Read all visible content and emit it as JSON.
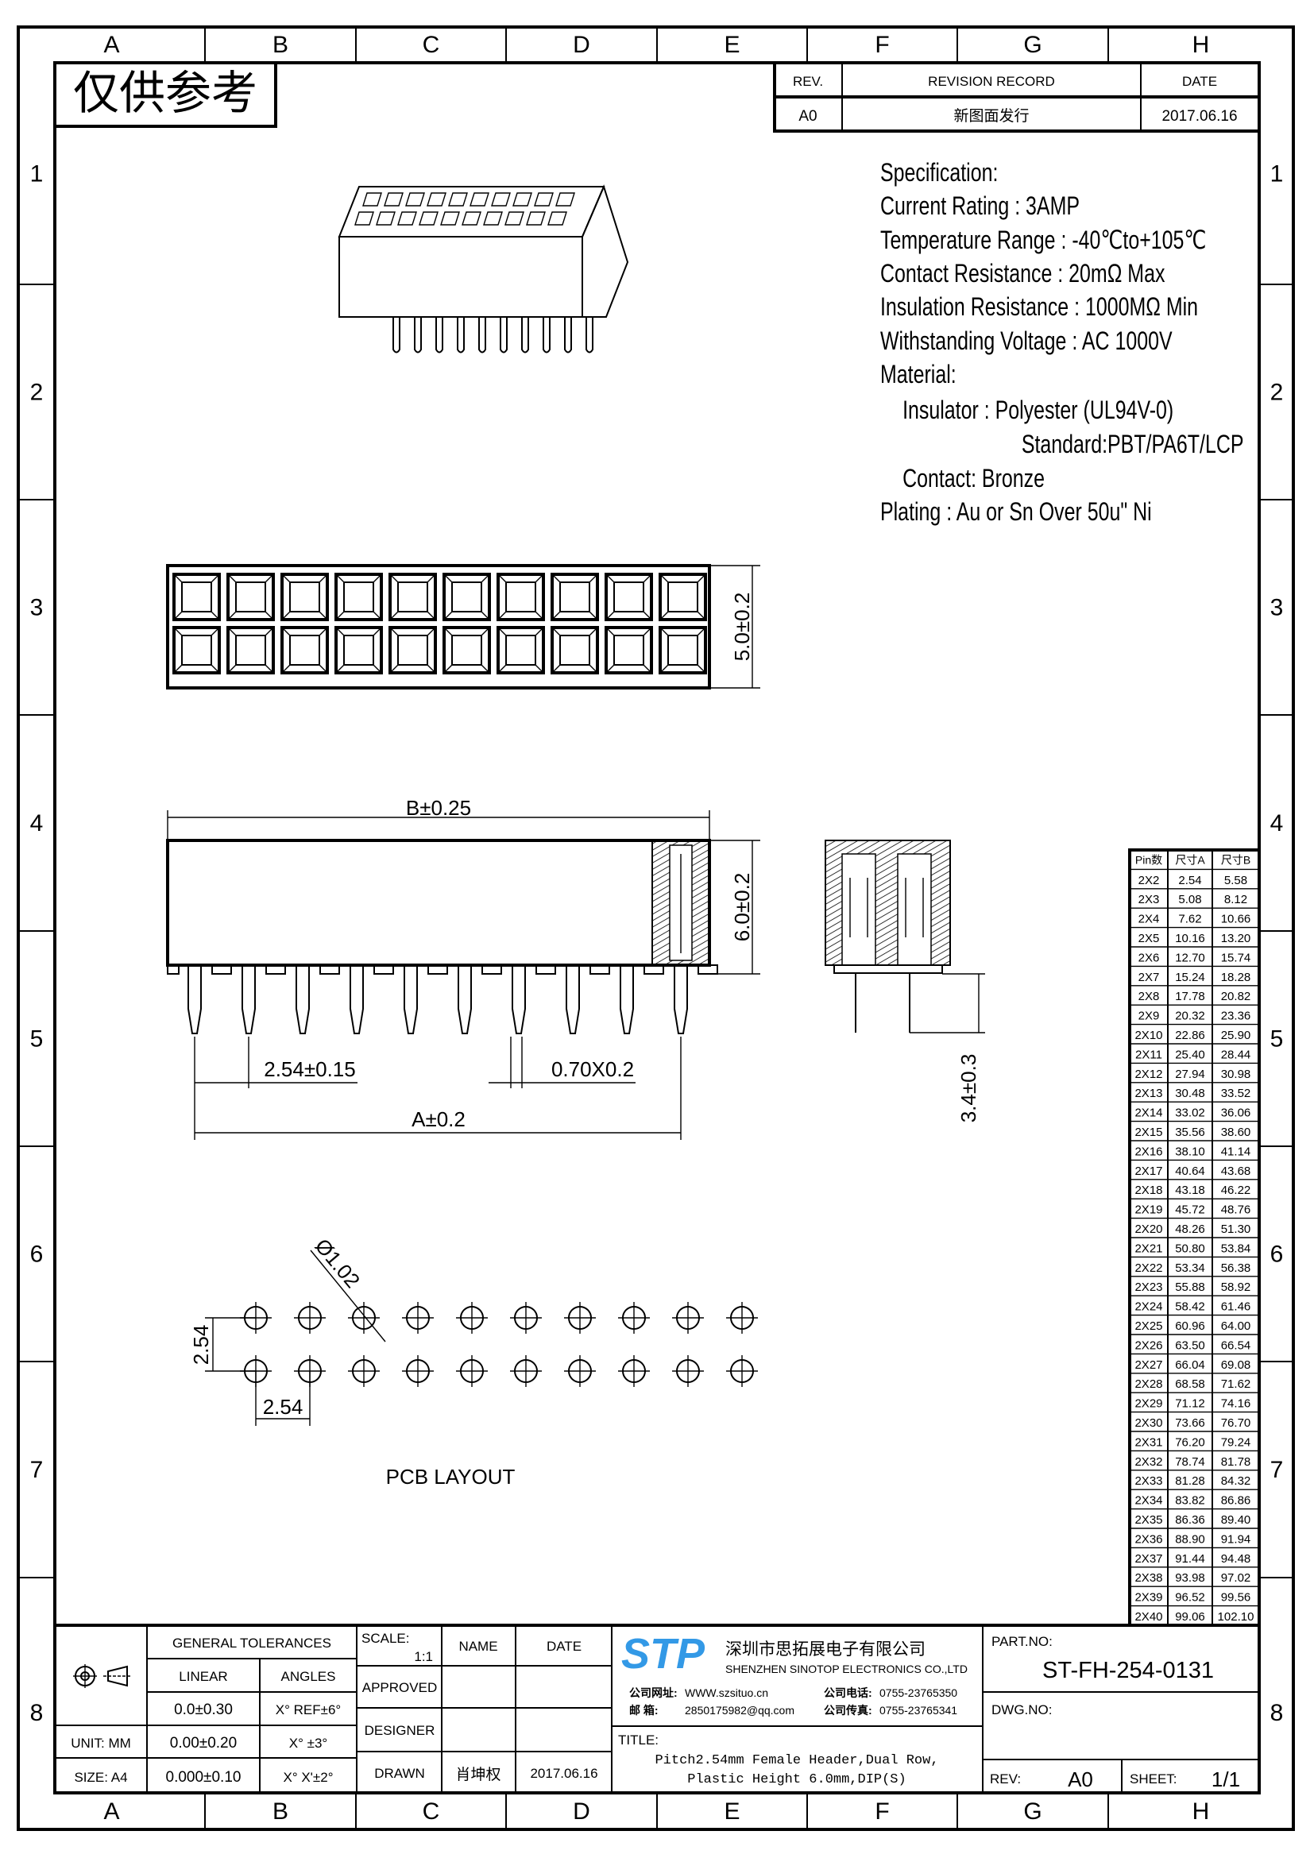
{
  "watermark": "仅供参考",
  "frame": {
    "columns": [
      "A",
      "B",
      "C",
      "D",
      "E",
      "F",
      "G",
      "H"
    ],
    "rows": [
      "1",
      "2",
      "3",
      "4",
      "5",
      "6",
      "7",
      "8"
    ]
  },
  "revision": {
    "headers": {
      "rev": "REV.",
      "record": "REVISION RECORD",
      "date": "DATE"
    },
    "row": {
      "rev": "A0",
      "record": "新图面发行",
      "date": "2017.06.16"
    }
  },
  "spec": {
    "title": "Specification:",
    "current_rating": "Current Rating : 3AMP",
    "temperature_range": "Temperature Range : -40℃to+105℃",
    "contact_resistance": "Contact Resistance : 20mΩ Max",
    "insulation_resistance": "Insulation Resistance : 1000MΩ Min",
    "withstanding_voltage": "Withstanding Voltage : AC 1000V",
    "material": "Material:",
    "insulator": "Insulator : Polyester (UL94V-0)",
    "insulator_standard": "Standard:PBT/PA6T/LCP",
    "contact": "Contact: Bronze",
    "plating": "Plating : Au or Sn Over 50u\" Ni"
  },
  "drawing": {
    "top_height_dim": "5.0±0.2",
    "b_dim": "B±0.25",
    "height_dim": "6.0±0.2",
    "pitch_dim": "2.54±0.15",
    "pin_dim": "0.70X0.2",
    "a_dim": "A±0.2",
    "tail_dim": "3.4±0.3",
    "hole_dim": "Ø1.02",
    "pcb_pitch_v": "2.54",
    "pcb_pitch_h": "2.54",
    "pcb_label": "PCB LAYOUT"
  },
  "pin_table": {
    "headers": [
      "Pin数",
      "尺寸A",
      "尺寸B"
    ],
    "rows": [
      [
        "2X2",
        "2.54",
        "5.58"
      ],
      [
        "2X3",
        "5.08",
        "8.12"
      ],
      [
        "2X4",
        "7.62",
        "10.66"
      ],
      [
        "2X5",
        "10.16",
        "13.20"
      ],
      [
        "2X6",
        "12.70",
        "15.74"
      ],
      [
        "2X7",
        "15.24",
        "18.28"
      ],
      [
        "2X8",
        "17.78",
        "20.82"
      ],
      [
        "2X9",
        "20.32",
        "23.36"
      ],
      [
        "2X10",
        "22.86",
        "25.90"
      ],
      [
        "2X11",
        "25.40",
        "28.44"
      ],
      [
        "2X12",
        "27.94",
        "30.98"
      ],
      [
        "2X13",
        "30.48",
        "33.52"
      ],
      [
        "2X14",
        "33.02",
        "36.06"
      ],
      [
        "2X15",
        "35.56",
        "38.60"
      ],
      [
        "2X16",
        "38.10",
        "41.14"
      ],
      [
        "2X17",
        "40.64",
        "43.68"
      ],
      [
        "2X18",
        "43.18",
        "46.22"
      ],
      [
        "2X19",
        "45.72",
        "48.76"
      ],
      [
        "2X20",
        "48.26",
        "51.30"
      ],
      [
        "2X21",
        "50.80",
        "53.84"
      ],
      [
        "2X22",
        "53.34",
        "56.38"
      ],
      [
        "2X23",
        "55.88",
        "58.92"
      ],
      [
        "2X24",
        "58.42",
        "61.46"
      ],
      [
        "2X25",
        "60.96",
        "64.00"
      ],
      [
        "2X26",
        "63.50",
        "66.54"
      ],
      [
        "2X27",
        "66.04",
        "69.08"
      ],
      [
        "2X28",
        "68.58",
        "71.62"
      ],
      [
        "2X29",
        "71.12",
        "74.16"
      ],
      [
        "2X30",
        "73.66",
        "76.70"
      ],
      [
        "2X31",
        "76.20",
        "79.24"
      ],
      [
        "2X32",
        "78.74",
        "81.78"
      ],
      [
        "2X33",
        "81.28",
        "84.32"
      ],
      [
        "2X34",
        "83.82",
        "86.86"
      ],
      [
        "2X35",
        "86.36",
        "89.40"
      ],
      [
        "2X36",
        "88.90",
        "91.94"
      ],
      [
        "2X37",
        "91.44",
        "94.48"
      ],
      [
        "2X38",
        "93.98",
        "97.02"
      ],
      [
        "2X39",
        "96.52",
        "99.56"
      ],
      [
        "2X40",
        "99.06",
        "102.10"
      ]
    ]
  },
  "title_block": {
    "general_tolerances": "GENERAL TOLERANCES",
    "linear": "LINEAR",
    "angles": "ANGLES",
    "tol_rows": [
      {
        "linear": "0.0±0.30",
        "angle": "X° REF±6°"
      },
      {
        "linear": "0.00±0.20",
        "angle": "X° ±3°"
      },
      {
        "linear": "0.000±0.10",
        "angle": "X° X'±2°"
      }
    ],
    "unit": "UNIT: MM",
    "size": "SIZE: A4",
    "scale_label": "SCALE:",
    "scale_value": "1:1",
    "name_header": "NAME",
    "date_header": "DATE",
    "approved": "APPROVED",
    "designer": "DESIGNER",
    "drawn": "DRAWN",
    "drawn_name": "肖坤权",
    "drawn_date": "2017.06.16",
    "company": {
      "logo": "STP",
      "logo_color": "#3399e6",
      "name_cn": "深圳市思拓展电子有限公司",
      "name_en": "SHENZHEN SINOTOP ELECTRONICS CO.,LTD",
      "website_label": "公司网址:",
      "website": "WWW.szsituo.cn",
      "phone_label": "公司电话:",
      "phone": "0755-23765350",
      "email_label": "邮    箱:",
      "email": "2850175982@qq.com",
      "fax_label": "公司传真:",
      "fax": "0755-23765341"
    },
    "title_label": "TITLE:",
    "title_line1": "Pitch2.54mm Female Header,Dual Row,",
    "title_line2": "Plastic Height 6.0mm,DIP(S)",
    "part_no_label": "PART.NO:",
    "part_no": "ST-FH-254-0131",
    "dwg_no_label": "DWG.NO:",
    "rev_label": "REV:",
    "rev_value": "A0",
    "sheet_label": "SHEET:",
    "sheet_value": "1/1"
  }
}
